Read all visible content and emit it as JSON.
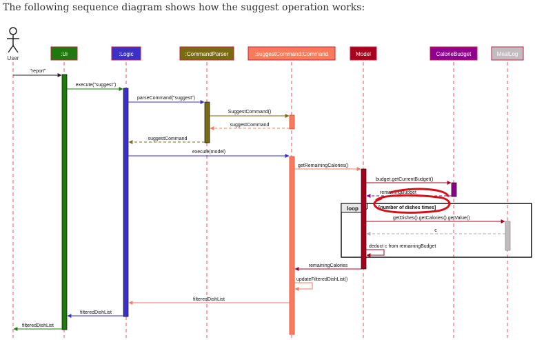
{
  "intro_text": "The following sequence diagram shows how the suggest operation works:",
  "actors": {
    "user": "User",
    "ui": ":Ui",
    "logic": ":Logic",
    "parser": ":CommandParser",
    "command": ":suggestCommand:Command",
    "model": "Model",
    "budget": "CalorieBudget",
    "meallog": "MealLog"
  },
  "messages": {
    "m1": "\"report\"",
    "m2": "execute(\"suggest\")",
    "m3": "parseCommand(\"suggest\")",
    "m4": "SuggestCommand()",
    "m5": "suggestCommand",
    "m6": "suggestCommand",
    "m7": "execute(model)",
    "m8": "getRemainingCalories()",
    "m9": "budget.getCurrentBudget()",
    "m10": "remainingBudget",
    "m11": "getDishes().getCalories().getValue()",
    "m12": "c",
    "m13": "deduct c from remainingBudget",
    "m14": "remainingCalories",
    "m15": "updateFilteredDishList()",
    "m16": "filteredDishList",
    "m17": "filteredDishList",
    "m18": "filteredDishList"
  },
  "loop": {
    "keyword": "loop",
    "guard": "[number of dishes times]"
  },
  "colors": {
    "ui": "#1e7a0e",
    "logic": "#3b30c8",
    "parser": "#7a6a12",
    "command": "#fa7a5a",
    "model": "#a8001c",
    "budget": "#90008e",
    "meallog": "#c0bcc0",
    "annotation": "#d4101a"
  }
}
